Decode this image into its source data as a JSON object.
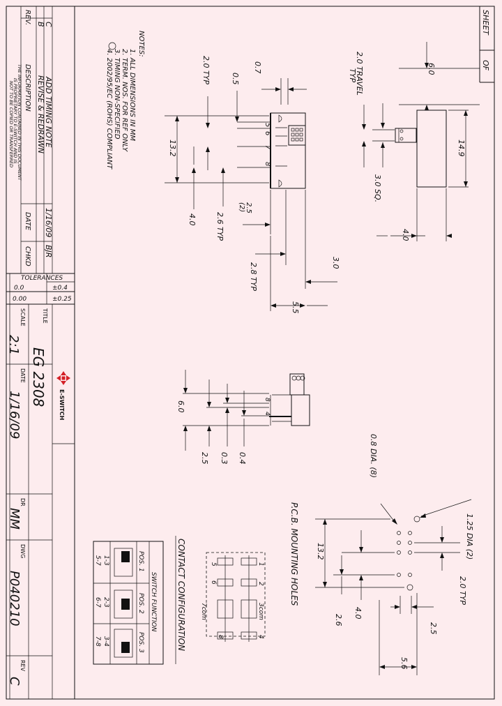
{
  "sheet": {
    "label": "SHEET",
    "of": "OF"
  },
  "revisions": {
    "header": {
      "rev": "REV.",
      "description": "DESCRIPTION",
      "date": "DATE",
      "chkd": "CHKD"
    },
    "rows": [
      {
        "rev": "C",
        "description": "ADD TIMING NOTE",
        "date": "1/16/09",
        "chkd": "BJR"
      },
      {
        "rev": "B",
        "description": "REVISE & REDRAWN",
        "date": "",
        "chkd": ""
      }
    ],
    "proprietary": [
      "THE INFORMATION CONTAINED IN THIS DOCUMENT",
      "IS PROPRIETARY TO E-SWITCH AND IS",
      "NOT TO BE COPIED OR TRANSFERRED"
    ]
  },
  "notes": {
    "title": "NOTES:",
    "items": [
      "1. ALL DIMENSIONS IN MM",
      "2. TERM. NOS. FOR REF ONLY",
      "3. TIMING NON-SPECIFIED",
      "4. 2002/95/EC (ROHS) COMPLIANT"
    ],
    "circled_index": 2
  },
  "tolerances": {
    "title": "TOLERANCES",
    "rows": [
      {
        "format": "0.0",
        "value": "±0.4"
      },
      {
        "format": "0.00",
        "value": "±0.25"
      }
    ]
  },
  "title_block": {
    "title_label": "TITLE",
    "title": "EG 2308",
    "scale_label": "SCALE",
    "scale": "2:1",
    "date_label": "DATE",
    "date": "1/16/09",
    "dr_label": "DR",
    "dr": "MM",
    "dwg_label": "DWG",
    "dwg": "P040210",
    "rev_label": "REV",
    "rev": "C",
    "logo_text": "E-SWITCH",
    "accent_color": "#d42027"
  },
  "dimensions": {
    "top_view": [
      "6.0",
      "14.9",
      "2.0 TRAVEL",
      "TYP",
      "3.0 SQ.",
      "4.0"
    ],
    "front_view": [
      "0.7",
      "0.5",
      "2.0 TYP",
      "13.2",
      "4.0",
      "2.6 TYP",
      "2.5",
      "(2)",
      "2.8 TYP",
      "3.0",
      "5.5"
    ],
    "pin_labels": [
      "5",
      "6",
      "7",
      "8"
    ],
    "side_view": [
      "6.0",
      "2.5",
      "0.3",
      "0.4",
      "8",
      "4"
    ],
    "pcb": [
      "0.8 DIA. (8)",
      "1.25 DIA (2)",
      "13.2",
      "4.0",
      "2.6",
      "2.0 TYP",
      "2.5",
      "5.6"
    ]
  },
  "pcb_title": "P.C.B. MOUNTING HOLES",
  "contact_title": "CONTACT CONFIGURATION",
  "contact_labels": [
    "1",
    "2",
    "3",
    "4",
    "5",
    "6",
    "7",
    "8",
    "3com",
    "7com"
  ],
  "switch_function": {
    "title": "SWITCH FUNCTION",
    "positions": [
      "POS. 1",
      "POS. 2",
      "POS. 3"
    ],
    "connections": [
      "1-3",
      "2-3",
      "3-4"
    ],
    "connections_b": [
      "5-7",
      "6-7",
      "7-8"
    ]
  }
}
